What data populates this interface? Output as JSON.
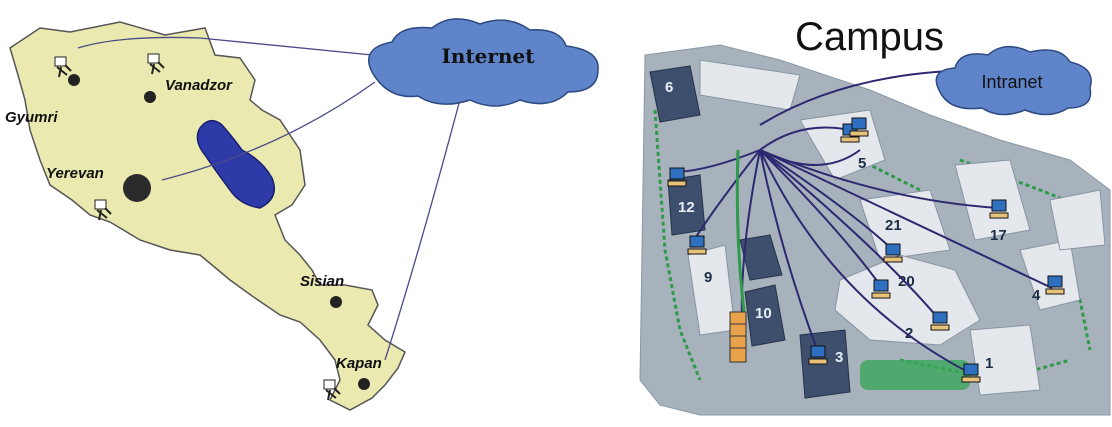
{
  "armenia_map": {
    "cloud_label": "Internet",
    "cities": [
      {
        "name": "Gyumri"
      },
      {
        "name": "Vanadzor"
      },
      {
        "name": "Yerevan"
      },
      {
        "name": "Sisian"
      },
      {
        "name": "Kapan"
      }
    ],
    "colors": {
      "land": "#eaeab0",
      "lake": "#2e3aa8",
      "cloud": "#5f84c9",
      "links": "#4a4a88"
    }
  },
  "campus": {
    "title": "Campus",
    "cloud_label": "Intranet",
    "buildings": [
      "6",
      "5",
      "12",
      "21",
      "17",
      "9",
      "20",
      "4",
      "10",
      "2",
      "3",
      "1"
    ],
    "colors": {
      "ground": "#a7b2bd",
      "building": "#e4e8ec",
      "dark_building": "#3d4f6d",
      "link": "#2d2870",
      "greenery": "#2f9a4a"
    }
  }
}
